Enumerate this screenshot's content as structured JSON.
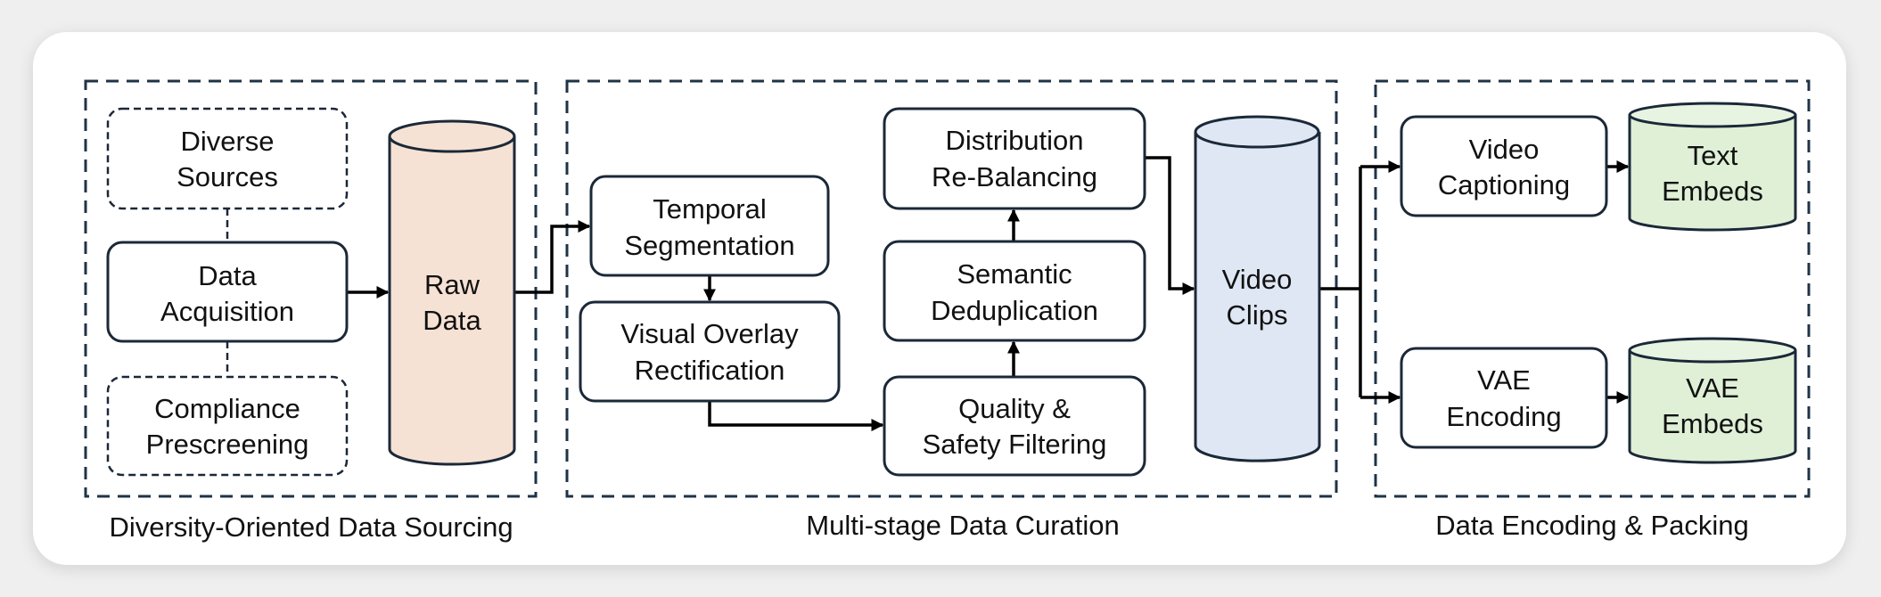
{
  "colors": {
    "raw_data": "#f5e2d4",
    "video_clips": "#dee7f3",
    "embeds": "#dff0d6",
    "stroke": "#1b2838"
  },
  "groups": [
    {
      "label": "Diversity-Oriented Data Sourcing"
    },
    {
      "label": "Multi-stage Data Curation"
    },
    {
      "label": "Data Encoding & Packing"
    }
  ],
  "nodes": {
    "diverse_sources": [
      "Diverse",
      "Sources"
    ],
    "data_acquisition": [
      "Data",
      "Acquisition"
    ],
    "compliance": [
      "Compliance",
      "Prescreening"
    ],
    "raw_data": [
      "Raw",
      "Data"
    ],
    "temporal": [
      "Temporal",
      "Segmentation"
    ],
    "visual_overlay": [
      "Visual Overlay",
      "Rectification"
    ],
    "quality": [
      "Quality &",
      "Safety Filtering"
    ],
    "semantic": [
      "Semantic",
      "Deduplication"
    ],
    "distribution": [
      "Distribution",
      "Re-Balancing"
    ],
    "video_clips": [
      "Video",
      "Clips"
    ],
    "video_captioning": [
      "Video",
      "Captioning"
    ],
    "vae_encoding": [
      "VAE",
      "Encoding"
    ],
    "text_embeds": [
      "Text",
      "Embeds"
    ],
    "vae_embeds": [
      "VAE",
      "Embeds"
    ]
  }
}
